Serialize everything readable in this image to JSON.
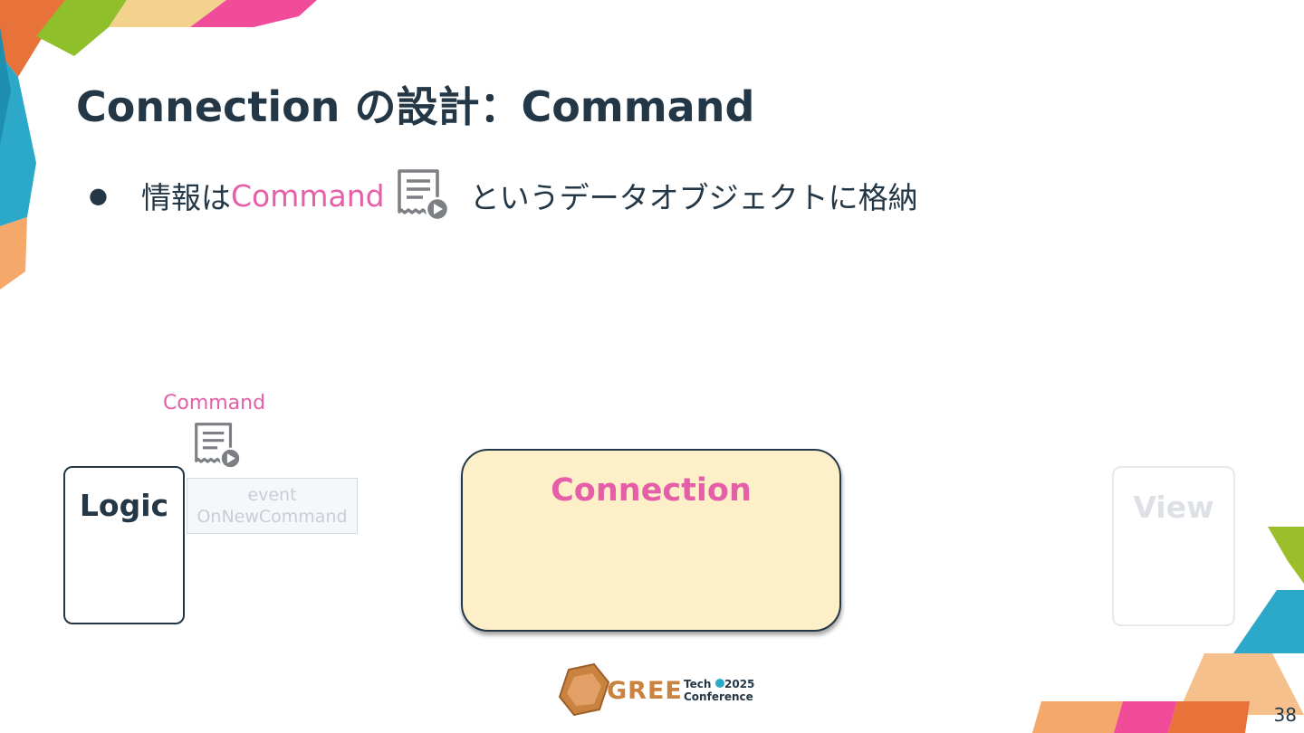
{
  "slide": {
    "title": "Connection の設計：Command",
    "bullet": {
      "marker": "●",
      "prefix": "情報は ",
      "highlight": "Command",
      "suffix": "というデータオブジェクトに格納"
    },
    "page_number": "38"
  },
  "diagram": {
    "command_label": "Command",
    "logic_label": "Logic",
    "event_line1": "event",
    "event_line2": "OnNewCommand",
    "connection_label": "Connection",
    "view_label": "View"
  },
  "logo": {
    "brand": "GREE",
    "line1": "Tech",
    "year": "2025",
    "line2": "Conference"
  },
  "colors": {
    "title": "#243746",
    "accent": "#e55fa8",
    "connection_fill": "#fdf0c9",
    "dimmed": "#dde1e6"
  },
  "icons": {
    "command": "receipt-play-icon"
  }
}
